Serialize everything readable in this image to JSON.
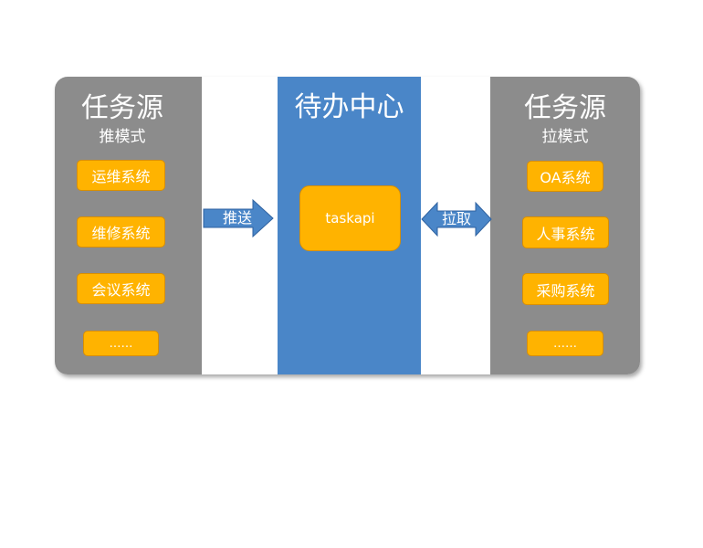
{
  "left_panel": {
    "title": "任务源",
    "subtitle": "推模式",
    "systems": [
      "运维系统",
      "维修系统",
      "会议系统",
      "……"
    ]
  },
  "center_panel": {
    "title": "待办中心",
    "api_label": "taskapi"
  },
  "right_panel": {
    "title": "任务源",
    "subtitle": "拉模式",
    "systems": [
      "OA系统",
      "人事系统",
      "采购系统",
      "……"
    ]
  },
  "arrows": {
    "push_label": "推送",
    "pull_label": "拉取"
  },
  "colors": {
    "source_panel": "#8c8c8c",
    "center_panel": "#4a86c8",
    "system_box": "#ffb300",
    "arrow": "#4a86c8"
  }
}
